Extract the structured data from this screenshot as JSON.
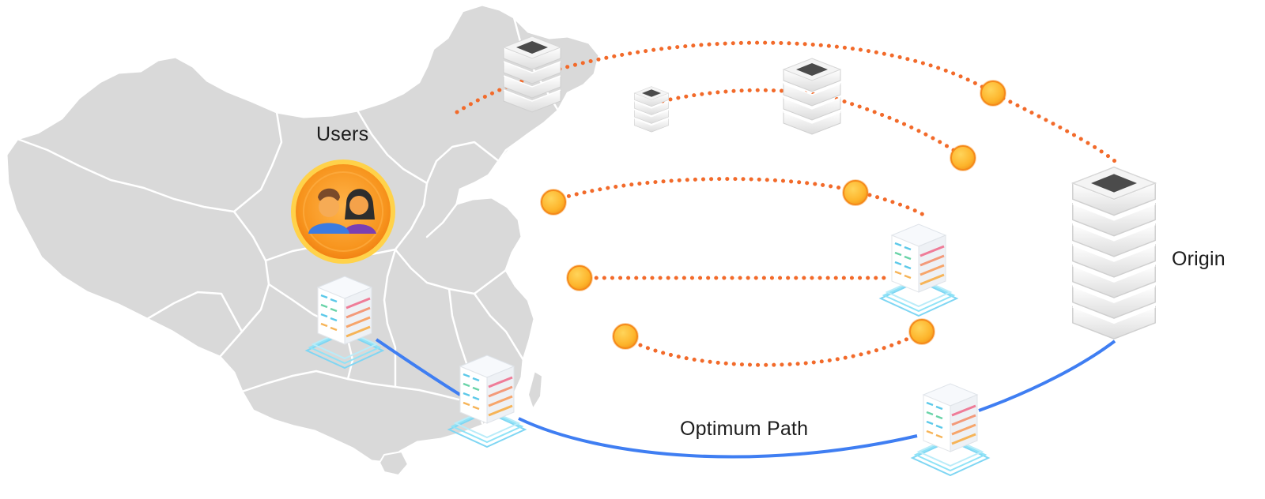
{
  "labels": {
    "users": "Users",
    "origin": "Origin",
    "optimum_path": "Optimum Path"
  },
  "colors": {
    "map_fill": "#d9d9d9",
    "map_border": "#ffffff",
    "dotted_path": "#f26a2a",
    "optimum_path": "#3f7ef2",
    "node_orange": "#fdb52c",
    "node_orange_edge": "#f58a1a",
    "users_badge": "#f7941d"
  },
  "icons": {
    "users": "users-group-icon",
    "origin": "origin-server-stack-icon",
    "edge_server": "cdn-edge-server-icon",
    "relay_server": "relay-server-stack-icon",
    "node": "network-node-icon"
  }
}
